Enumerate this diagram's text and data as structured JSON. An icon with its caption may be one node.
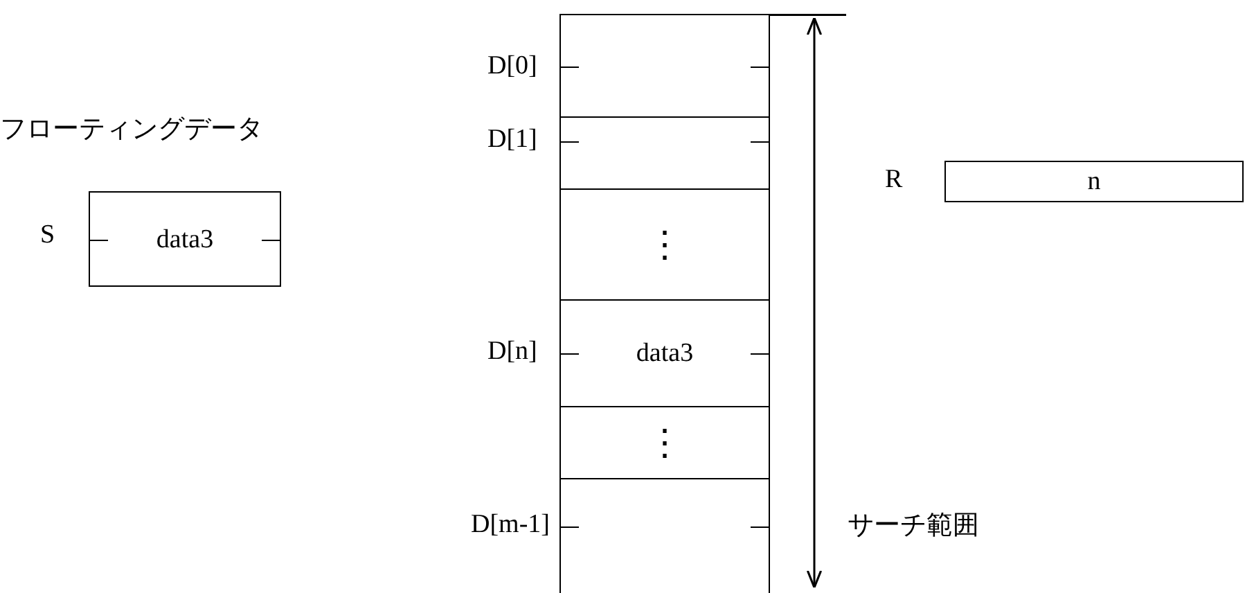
{
  "diagram": {
    "nodes": [
      {
        "text": [
          "data3"
        ],
        "beside": [
          "フローティングデータ",
          "S"
        ]
      },
      {
        "text": [],
        "shape": "box",
        "beside": [
          "D[0]"
        ]
      },
      {
        "text": [],
        "shape": "box",
        "beside": [
          "D[1]"
        ]
      },
      {
        "text": [
          "⋮"
        ]
      },
      {
        "text": [
          "data3"
        ],
        "beside": [
          "D[n]"
        ]
      },
      {
        "text": [
          "⋮"
        ]
      },
      {
        "text": [],
        "shape": "box",
        "beside": [
          "D[m-1]"
        ]
      },
      {
        "text": [
          "n"
        ],
        "beside": [
          "R"
        ]
      }
    ],
    "labels": [
      "サーチ範囲"
    ]
  }
}
